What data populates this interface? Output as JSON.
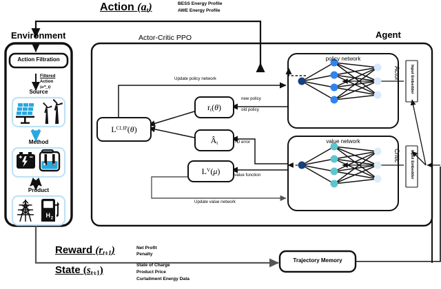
{
  "figure": {
    "title_action": "Action",
    "action_symbol": "(a_t)",
    "action_items": [
      "BESS Energy Profile",
      "AWE Energy Profile"
    ],
    "title_reward": "Reward",
    "reward_symbol": "(r_{t+1})",
    "reward_items": [
      "Net Profit",
      "Penalty"
    ],
    "title_state": "State",
    "state_symbol": "(s_{t+1})",
    "state_items": [
      "State of Charge",
      "Product Price",
      "Curtailment Energy Data"
    ]
  },
  "environment": {
    "title": "Environment",
    "action_filtration": "Action Filtration",
    "filtered_label_1": "Filtered",
    "filtered_label_2": "Action",
    "filtered_label_3": "(a*_t)",
    "stages": [
      {
        "name": "Source",
        "icons": [
          "solar-panel-icon",
          "wind-turbine-icon"
        ]
      },
      {
        "name": "Method",
        "icons": [
          "battery-icon",
          "electrolyzer-icon"
        ]
      },
      {
        "name": "Product",
        "icons": [
          "power-pylon-icon",
          "hydrogen-pump-icon"
        ]
      }
    ]
  },
  "ppo": {
    "title": "Actor-Critic PPO",
    "boxes": {
      "clip_loss": "L^CLIP(θ)",
      "ratio": "r_t(θ)",
      "advantage": "Â_t",
      "value_loss": "L^V(μ)"
    },
    "edge_labels": {
      "update_policy": "Update policy network",
      "update_value": "Update value network",
      "new_policy": "new policy",
      "old_policy": "old policy",
      "td_error": "TD error",
      "value_function": "value function"
    }
  },
  "agent": {
    "title": "Agent",
    "actor": {
      "side_label": "Actor",
      "network_title": "policy network",
      "embedder_label": "Input Embedder",
      "node_color_input": "#16407e",
      "node_color_hidden": "#2f84ef",
      "node_color_output": "#d9e9fb"
    },
    "critic": {
      "side_label": "Critic",
      "network_title": "value network",
      "embedder_label": "Input Embedder",
      "node_color_input": "#16407e",
      "node_color_hidden": "#5cc6cd",
      "node_color_output": "#dcedf7"
    }
  },
  "memory": {
    "label": "Trajectory Memory"
  },
  "colors": {
    "stroke": "#111111",
    "accent_blue": "#29a8e0",
    "panel_border": "#bfe2f5",
    "edge_gray": "#555555"
  }
}
